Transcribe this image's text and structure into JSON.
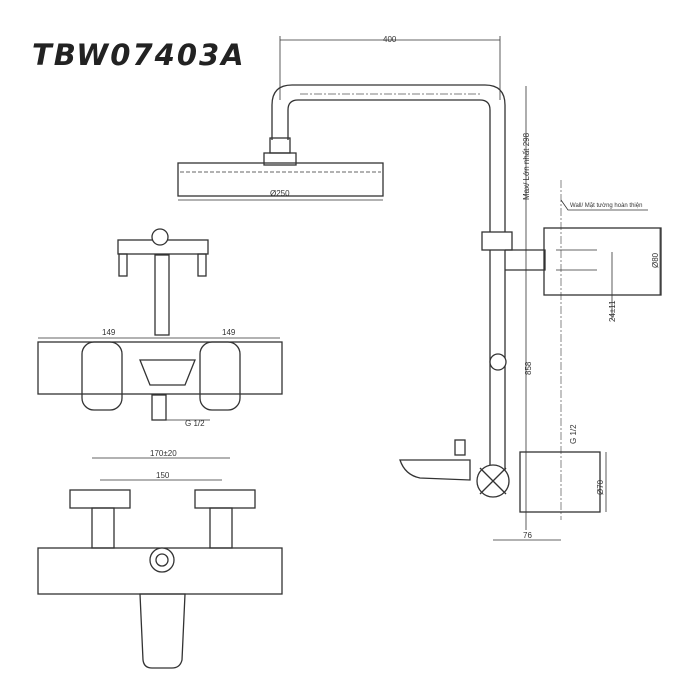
{
  "title": "TBW07403A",
  "dimensions": {
    "top_width": "400",
    "max_height": "Max/ Lớn nhất 298",
    "head_diameter": "Ø250",
    "wall_note": "Wall/ Mặt tường hoàn thiện",
    "bracket_diameter": "Ø80",
    "bracket_spacing": "24±11",
    "riser_length": "858",
    "side_thread": "G 1/2",
    "mixer_diameter": "Ø70",
    "wall_offset": "76",
    "front_left": "149",
    "front_right": "149",
    "front_thread": "G 1/2",
    "inlet_range": "170±20",
    "inlet_center": "150"
  }
}
